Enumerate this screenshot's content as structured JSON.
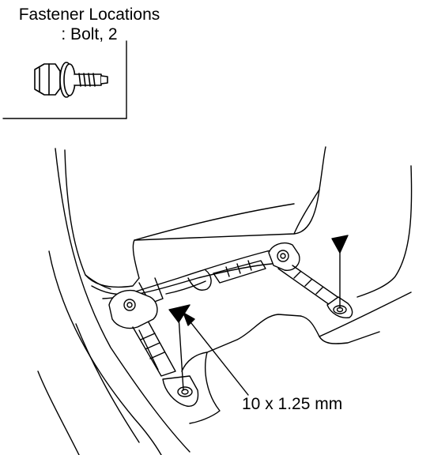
{
  "legend": {
    "title_line1": "Fastener Locations",
    "title_line2": ": Bolt, 2",
    "icon": "bolt-icon"
  },
  "diagram": {
    "callout_label": "10 x 1.25 mm",
    "subject": "seat-rail-assembly"
  },
  "colors": {
    "line": "#000000",
    "background": "#ffffff"
  }
}
